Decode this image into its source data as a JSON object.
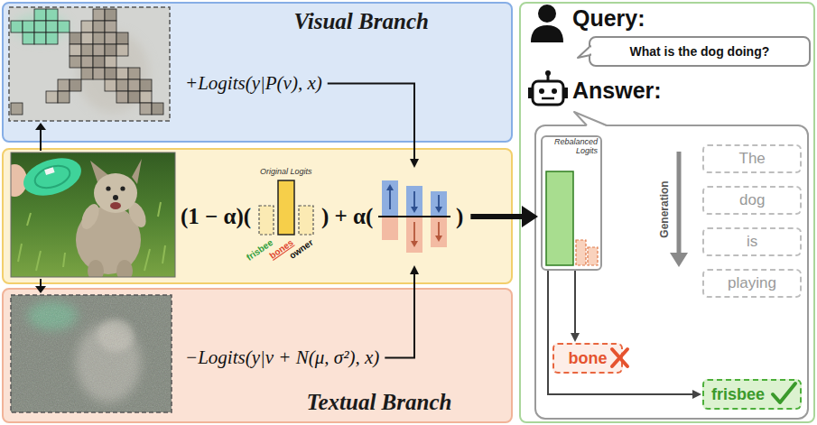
{
  "diagram": {
    "nodes": [
      {
        "text": [
          "Visual Branch",
          "+Logits(y|P(v), x)"
        ]
      },
      {
        "text": [
          "(1 − α)(",
          "Original Logits",
          "frisbee",
          "bones",
          "owner",
          ") + α(",
          ")"
        ]
      },
      {
        "text": [
          "−Logits(y|v + N(μ, σ²), x)",
          "Textual Branch"
        ]
      },
      {
        "text": [
          "Query:",
          "Answer:"
        ]
      },
      {
        "text": [
          "What is the dog doing?"
        ],
        "in": 3
      },
      {
        "text": [
          "Generation"
        ],
        "in": 3
      },
      {
        "text": [
          "Rebalanced Logits"
        ],
        "in": 5
      },
      {
        "text": [
          "The"
        ],
        "in": 5
      },
      {
        "text": [
          "dog"
        ],
        "in": 5
      },
      {
        "text": [
          "is"
        ],
        "in": 5
      },
      {
        "text": [
          "playing"
        ],
        "in": 5
      },
      {
        "text": [
          "bone"
        ],
        "in": 5
      },
      {
        "text": [
          "frisbee"
        ],
        "in": 5
      }
    ],
    "edges": [
      {
        "from": 0,
        "to": 1,
        "arrow": "to"
      },
      {
        "from": 2,
        "to": 1,
        "arrow": "to"
      },
      {
        "from": 1,
        "to": 6,
        "arrow": "to"
      },
      {
        "from": 6,
        "to": 11,
        "arrow": "to"
      },
      {
        "from": 6,
        "to": 12,
        "arrow": "to"
      }
    ]
  }
}
